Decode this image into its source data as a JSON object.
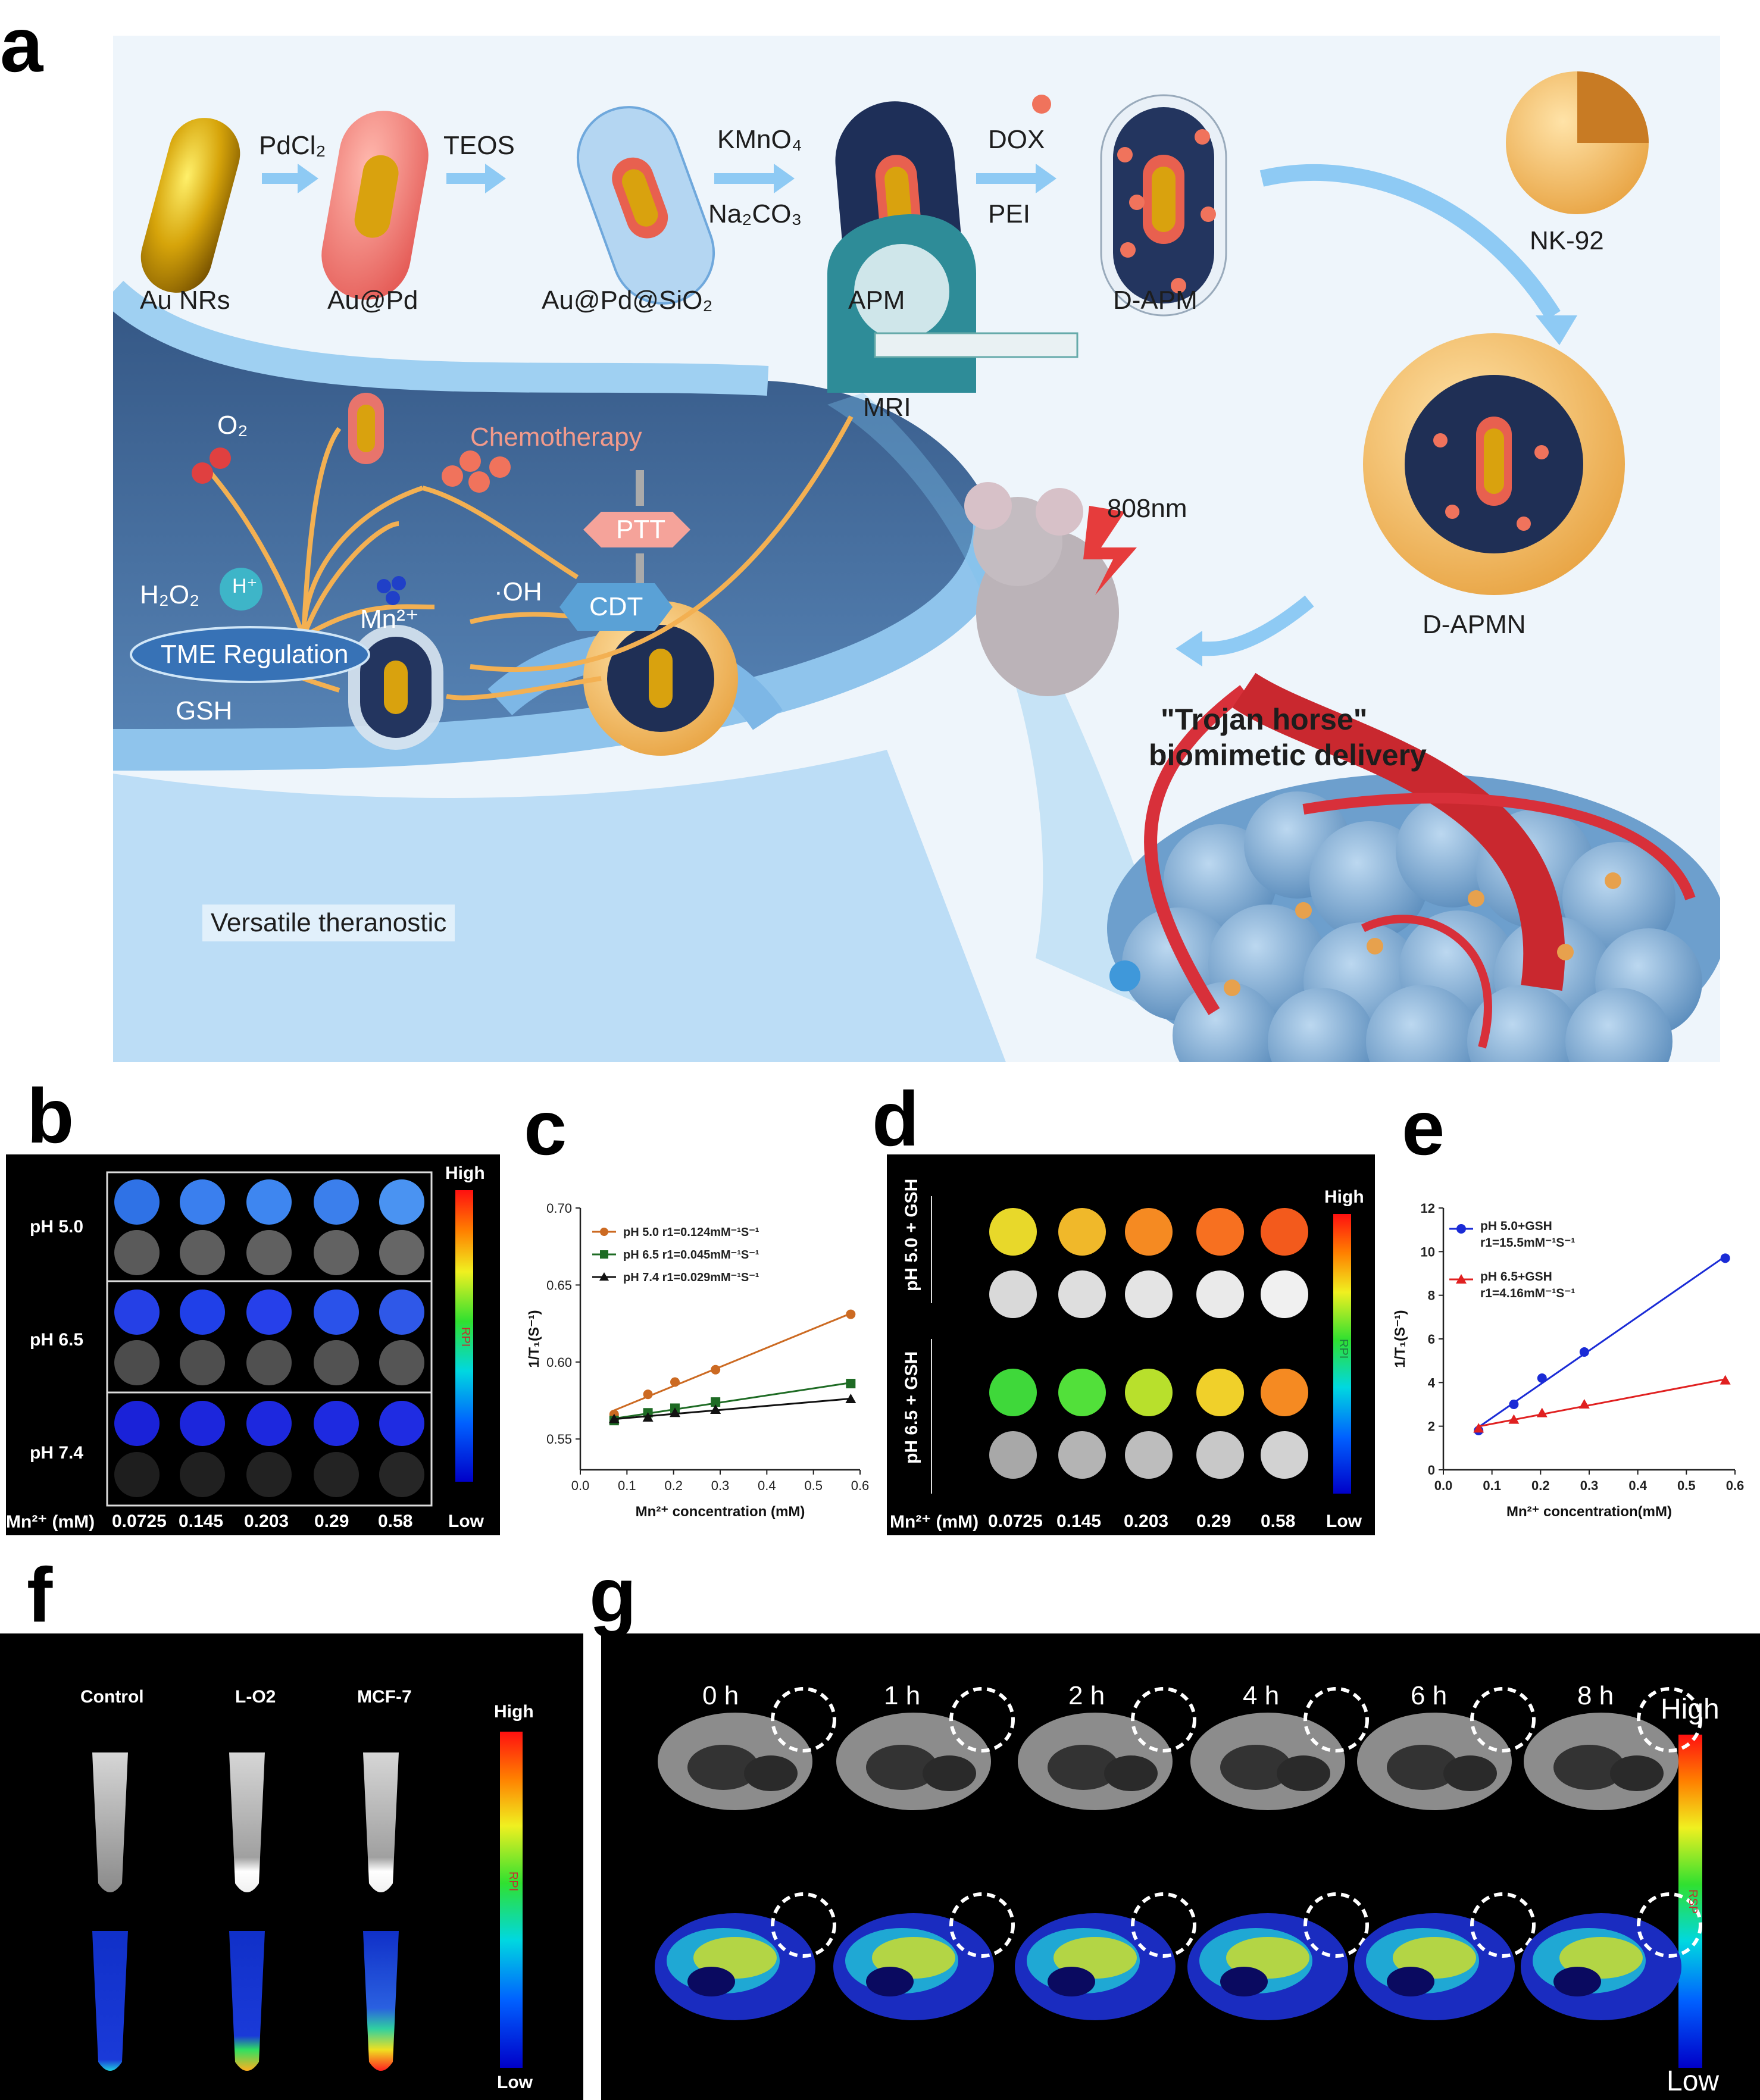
{
  "panel_letters": {
    "a": "a",
    "b": "b",
    "c": "c",
    "d": "d",
    "e": "e",
    "f": "f",
    "g": "g"
  },
  "panel_a": {
    "synthesis": {
      "reagents": {
        "pdcl2": "PdCl₂",
        "teos": "TEOS",
        "kmno4": "KMnO₄",
        "na2co3": "Na₂CO₃",
        "dox": "DOX",
        "pei": "PEI"
      },
      "products": {
        "au_nrs": "Au NRs",
        "au_pd": "Au@Pd",
        "au_pd_sio2": "Au@Pd@SiO₂",
        "apm": "APM",
        "d_apm": "D-APM",
        "nk92": "NK-92",
        "d_apmn": "D-APMN"
      }
    },
    "mechanism": {
      "o2": "O₂",
      "h2o2": "H₂O₂",
      "h_plus": "H⁺",
      "gsh": "GSH",
      "tme": "TME Regulation",
      "mn": "Mn²⁺",
      "oh": "·OH",
      "chemo": "Chemotherapy",
      "ptt": "PTT",
      "cdt": "CDT",
      "mri": "MRI",
      "versatile": "Versatile theranostic"
    },
    "delivery": {
      "laser": "808nm",
      "title_line1": "\"Trojan horse\"",
      "title_line2": "biomimetic delivery"
    }
  },
  "panel_b": {
    "rows": [
      "pH 5.0",
      "pH 6.5",
      "pH 7.4"
    ],
    "concentrations": [
      "0.0725",
      "0.145",
      "0.203",
      "0.29",
      "0.58"
    ],
    "mn_label": "Mn²⁺ (mM)",
    "scale": {
      "high": "High",
      "low": "Low",
      "mid": "RPI"
    },
    "colors": {
      "top": [
        [
          "#2f72e6",
          "#3a7fee",
          "#3e86f0",
          "#3b7fec",
          "#4a93f2"
        ],
        [
          "#2540e6",
          "#2040e8",
          "#2640ea",
          "#2a52ea",
          "#2f58e8"
        ],
        [
          "#1a22d8",
          "#1c26dc",
          "#1d28de",
          "#1e2ae0",
          "#1f2ce2"
        ]
      ],
      "bottom": [
        [
          "#5a5a5a",
          "#5e5e5e",
          "#606060",
          "#626262",
          "#666666"
        ],
        [
          "#4c4c4c",
          "#4e4e4e",
          "#505050",
          "#525252",
          "#555555"
        ],
        [
          "#1e1e1e",
          "#202020",
          "#222222",
          "#232323",
          "#262626"
        ]
      ]
    }
  },
  "panel_c": {
    "chart_data": {
      "type": "scatter",
      "xlabel": "Mn²⁺ concentration (mM)",
      "ylabel": "1/T₁(S⁻¹)",
      "xlim": [
        0.0,
        0.6
      ],
      "ylim": [
        0.53,
        0.7
      ],
      "xticks": [
        "0.0",
        "0.1",
        "0.2",
        "0.3",
        "0.4",
        "0.5",
        "0.6"
      ],
      "yticks": [
        "0.55",
        "0.60",
        "0.65",
        "0.70"
      ],
      "x": [
        0.0725,
        0.145,
        0.203,
        0.29,
        0.58
      ],
      "series": [
        {
          "name": "pH 5.0  r1=0.124mM⁻¹S⁻¹",
          "color": "#cc6a22",
          "marker": "circle",
          "values": [
            0.566,
            0.579,
            0.587,
            0.595,
            0.631
          ]
        },
        {
          "name": "pH 6.5  r1=0.045mM⁻¹S⁻¹",
          "color": "#1e6b24",
          "marker": "square",
          "values": [
            0.562,
            0.567,
            0.57,
            0.574,
            0.586
          ]
        },
        {
          "name": "pH 7.4  r1=0.029mM⁻¹S⁻¹",
          "color": "#111111",
          "marker": "triangle",
          "values": [
            0.563,
            0.564,
            0.567,
            0.569,
            0.576
          ]
        }
      ],
      "legend": "top-left"
    }
  },
  "panel_d": {
    "rows": [
      "pH 5.0 + GSH",
      "pH 6.5 + GSH"
    ],
    "concentrations": [
      "0.0725",
      "0.145",
      "0.203",
      "0.29",
      "0.58"
    ],
    "mn_label": "Mn²⁺ (mM)",
    "scale": {
      "high": "High",
      "low": "Low",
      "mid": "RPI"
    },
    "colors": {
      "top": [
        [
          "#e8d82a",
          "#f0b82a",
          "#f58a22",
          "#f77020",
          "#f35a1c"
        ],
        [
          "#d9d9d9",
          "#dedede",
          "#e4e4e4",
          "#eaeaea",
          "#f0f0f0"
        ]
      ],
      "bottom": [
        [
          "#3fd83a",
          "#52e03a",
          "#b8e02c",
          "#f0d02a",
          "#f58a22"
        ],
        [
          "#a8a8a8",
          "#b4b4b4",
          "#bdbdbd",
          "#c8c8c8",
          "#d2d2d2"
        ]
      ]
    }
  },
  "panel_e": {
    "chart_data": {
      "type": "scatter",
      "xlabel": "Mn²⁺ concentration(mM)",
      "ylabel": "1/T₁(S⁻¹)",
      "xlim": [
        0.0,
        0.6
      ],
      "ylim": [
        0,
        12
      ],
      "xticks": [
        "0.0",
        "0.1",
        "0.2",
        "0.3",
        "0.4",
        "0.5",
        "0.6"
      ],
      "yticks": [
        "0",
        "2",
        "4",
        "6",
        "8",
        "10",
        "12"
      ],
      "x": [
        0.0725,
        0.145,
        0.203,
        0.29,
        0.58
      ],
      "series": [
        {
          "name": "pH 5.0+GSH",
          "r1": "r1=15.5mM⁻¹S⁻¹",
          "color": "#1a2bd6",
          "marker": "circle",
          "values": [
            1.8,
            3.0,
            4.2,
            5.4,
            9.7
          ]
        },
        {
          "name": "pH 6.5+GSH",
          "r1": "r1=4.16mM⁻¹S⁻¹",
          "color": "#e02020",
          "marker": "triangle",
          "values": [
            1.9,
            2.3,
            2.6,
            3.0,
            4.1
          ]
        }
      ],
      "legend": "top-left"
    }
  },
  "panel_f": {
    "columns": [
      "Control",
      "L-O2",
      "MCF-7"
    ],
    "scale": {
      "high": "High",
      "low": "Low",
      "mid": "RPI"
    }
  },
  "panel_g": {
    "times": [
      "0 h",
      "1 h",
      "2 h",
      "4 h",
      "6 h",
      "8 h"
    ],
    "scale": {
      "high": "High",
      "low": "Low",
      "mid": "RSP"
    }
  }
}
